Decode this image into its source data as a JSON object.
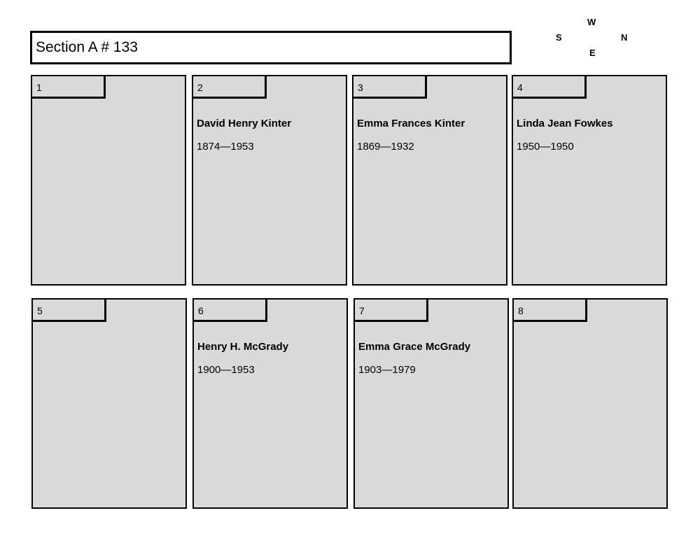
{
  "header": {
    "title": "Section A # 133"
  },
  "compass": {
    "top": "W",
    "left": "S",
    "right": "N",
    "bottom": "E"
  },
  "plots": [
    {
      "number": "1",
      "name": "",
      "dates": ""
    },
    {
      "number": "2",
      "name": "David Henry Kinter",
      "dates": "1874—1953"
    },
    {
      "number": "3",
      "name": "Emma Frances Kinter",
      "dates": "1869—1932"
    },
    {
      "number": "4",
      "name": "Linda Jean Fowkes",
      "dates": "1950—1950"
    },
    {
      "number": "5",
      "name": "",
      "dates": ""
    },
    {
      "number": "6",
      "name": "Henry H. McGrady",
      "dates": "1900—1953"
    },
    {
      "number": "7",
      "name": "Emma Grace McGrady",
      "dates": "1903—1979"
    },
    {
      "number": "8",
      "name": "",
      "dates": ""
    }
  ]
}
